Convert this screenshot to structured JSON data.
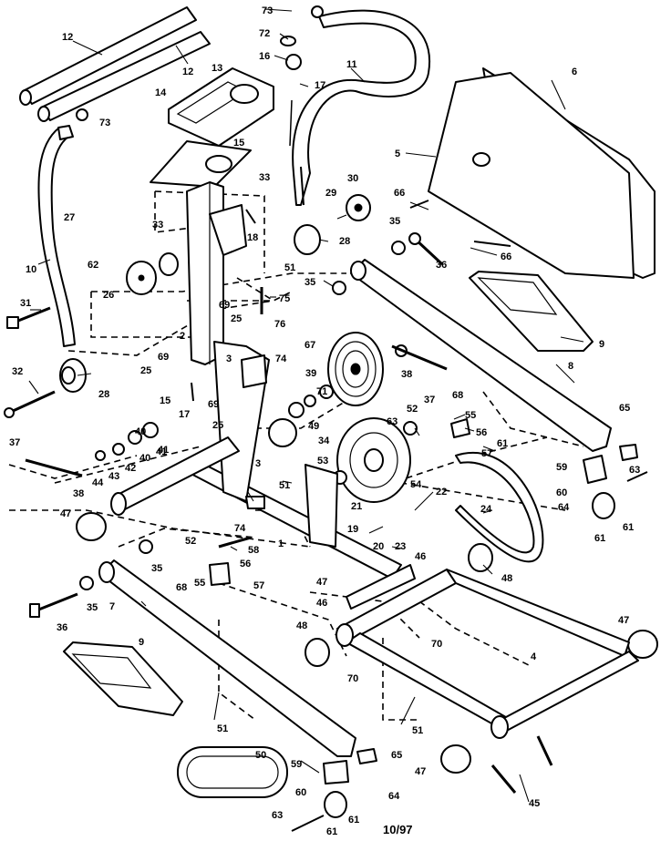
{
  "diagram": {
    "date_code": "10/97",
    "callouts": [
      "12",
      "12",
      "13",
      "14",
      "73",
      "15",
      "33",
      "2",
      "33",
      "16",
      "72",
      "73",
      "17",
      "11",
      "6",
      "5",
      "29",
      "30",
      "66",
      "35",
      "36",
      "66",
      "9",
      "8",
      "28",
      "27",
      "62",
      "10",
      "26",
      "18",
      "31",
      "51",
      "75",
      "76",
      "35",
      "32",
      "28",
      "69",
      "25",
      "69",
      "3",
      "74",
      "25",
      "15",
      "17",
      "69",
      "25",
      "67",
      "38",
      "37",
      "68",
      "65",
      "41",
      "40",
      "39",
      "71",
      "52",
      "55",
      "63",
      "56",
      "57",
      "61",
      "49",
      "53",
      "54",
      "34",
      "37",
      "38",
      "44",
      "43",
      "42",
      "40",
      "41",
      "47",
      "74",
      "3",
      "51",
      "22",
      "21",
      "19",
      "20",
      "23",
      "59",
      "63",
      "60",
      "64",
      "61",
      "61",
      "24",
      "47",
      "52",
      "58",
      "56",
      "35",
      "68",
      "55",
      "57",
      "1",
      "46",
      "46",
      "48",
      "36",
      "35",
      "7",
      "9",
      "48",
      "70",
      "70",
      "4",
      "47",
      "51",
      "51",
      "50",
      "59",
      "65",
      "60",
      "64",
      "63",
      "61",
      "61",
      "45",
      "47"
    ]
  }
}
